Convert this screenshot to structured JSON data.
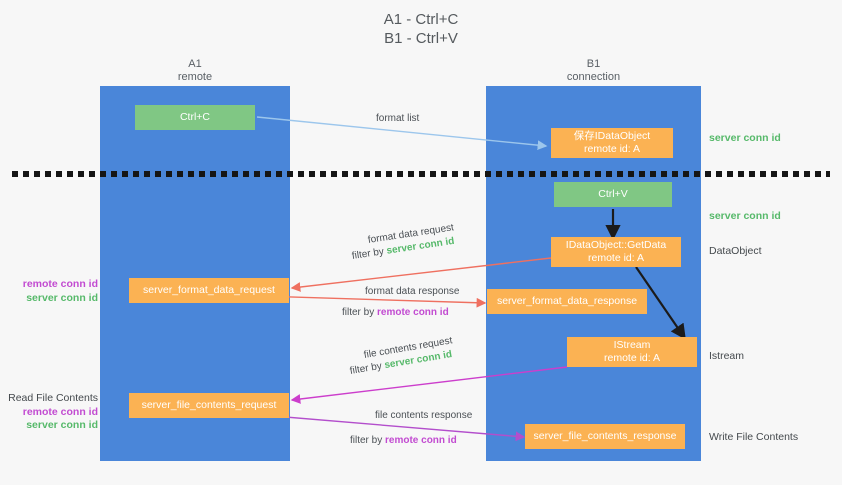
{
  "title": "A1 - Ctrl+C\nB1 - Ctrl+V",
  "columns": {
    "left": {
      "name": "A1",
      "role": "remote",
      "header": "A1\nremote"
    },
    "right": {
      "name": "B1",
      "role": "connection",
      "header": "B1\nconnection"
    }
  },
  "legend_terms": {
    "server_conn_id": "server conn id",
    "remote_conn_id": "remote conn id"
  },
  "nodes": {
    "ctrl_c": {
      "label": "Ctrl+C",
      "color": "#80c784",
      "lane": "A1"
    },
    "save_idataobject": {
      "label": "保存IDataObject\nremote id: A",
      "line1": "保存IDataObject",
      "line2": "remote id: A",
      "color": "#fbb253",
      "lane": "B1"
    },
    "ctrl_v": {
      "label": "Ctrl+V",
      "color": "#80c784",
      "lane": "B1"
    },
    "idataobject_getdata": {
      "line1": "IDataObject::GetData",
      "line2": "remote id: A",
      "color": "#fbb253",
      "lane": "B1"
    },
    "server_format_data_request": {
      "label": "server_format_data_request",
      "color": "#fbb253",
      "lane": "A1"
    },
    "server_format_data_response": {
      "label": "server_format_data_response",
      "color": "#fbb253",
      "lane": "B1"
    },
    "istream": {
      "line1": "IStream",
      "line2": "remote id: A",
      "color": "#fbb253",
      "lane": "B1"
    },
    "server_file_contents_request": {
      "label": "server_file_contents_request",
      "color": "#fbb253",
      "lane": "A1"
    },
    "server_file_contents_response": {
      "label": "server_file_contents_response",
      "color": "#fbb253",
      "lane": "B1"
    }
  },
  "right_annotations": [
    {
      "id": "r1",
      "text": "server conn id",
      "style": "green"
    },
    {
      "id": "r2",
      "text": "server conn id",
      "style": "green"
    },
    {
      "id": "r3",
      "text": "DataObject",
      "style": "dark"
    },
    {
      "id": "r4",
      "text": "Istream",
      "style": "dark"
    },
    {
      "id": "r5",
      "text": "Write File Contents",
      "style": "dark"
    }
  ],
  "left_annotations": [
    {
      "id": "l1",
      "line1": "remote conn id",
      "line2": "server conn id"
    },
    {
      "id": "l2",
      "title": "Read File Contents",
      "line1": "remote conn id",
      "line2": "server conn id"
    }
  ],
  "edges": [
    {
      "id": "e1",
      "label": "format list",
      "filter_prefix": "",
      "filter_term": "",
      "color": "#9cc6ec",
      "direction": "right"
    },
    {
      "id": "e2",
      "label": "format data request",
      "filter_prefix": "filter by ",
      "filter_term": "server conn id",
      "filter_style": "green",
      "color": "#ef7060",
      "direction": "left"
    },
    {
      "id": "e3",
      "label": "format data response",
      "filter_prefix": "filter by ",
      "filter_term": "remote conn id",
      "filter_style": "pink",
      "color": "#ef7060",
      "direction": "right"
    },
    {
      "id": "e4",
      "label": "file contents request",
      "filter_prefix": "filter by ",
      "filter_term": "server conn id",
      "filter_style": "green",
      "color": "#cc3ecc",
      "direction": "left"
    },
    {
      "id": "e5",
      "label": "file contents response",
      "filter_prefix": "filter by ",
      "filter_term": "remote conn id",
      "filter_style": "pink",
      "color": "#b34ecc",
      "direction": "right"
    }
  ],
  "colors": {
    "lane": "#4a86d9",
    "green_node": "#80c784",
    "orange_node": "#fbb253",
    "background": "#f7f7f7",
    "separator": "#151515",
    "green_text": "#56b96a",
    "pink_text": "#c24bd1"
  }
}
